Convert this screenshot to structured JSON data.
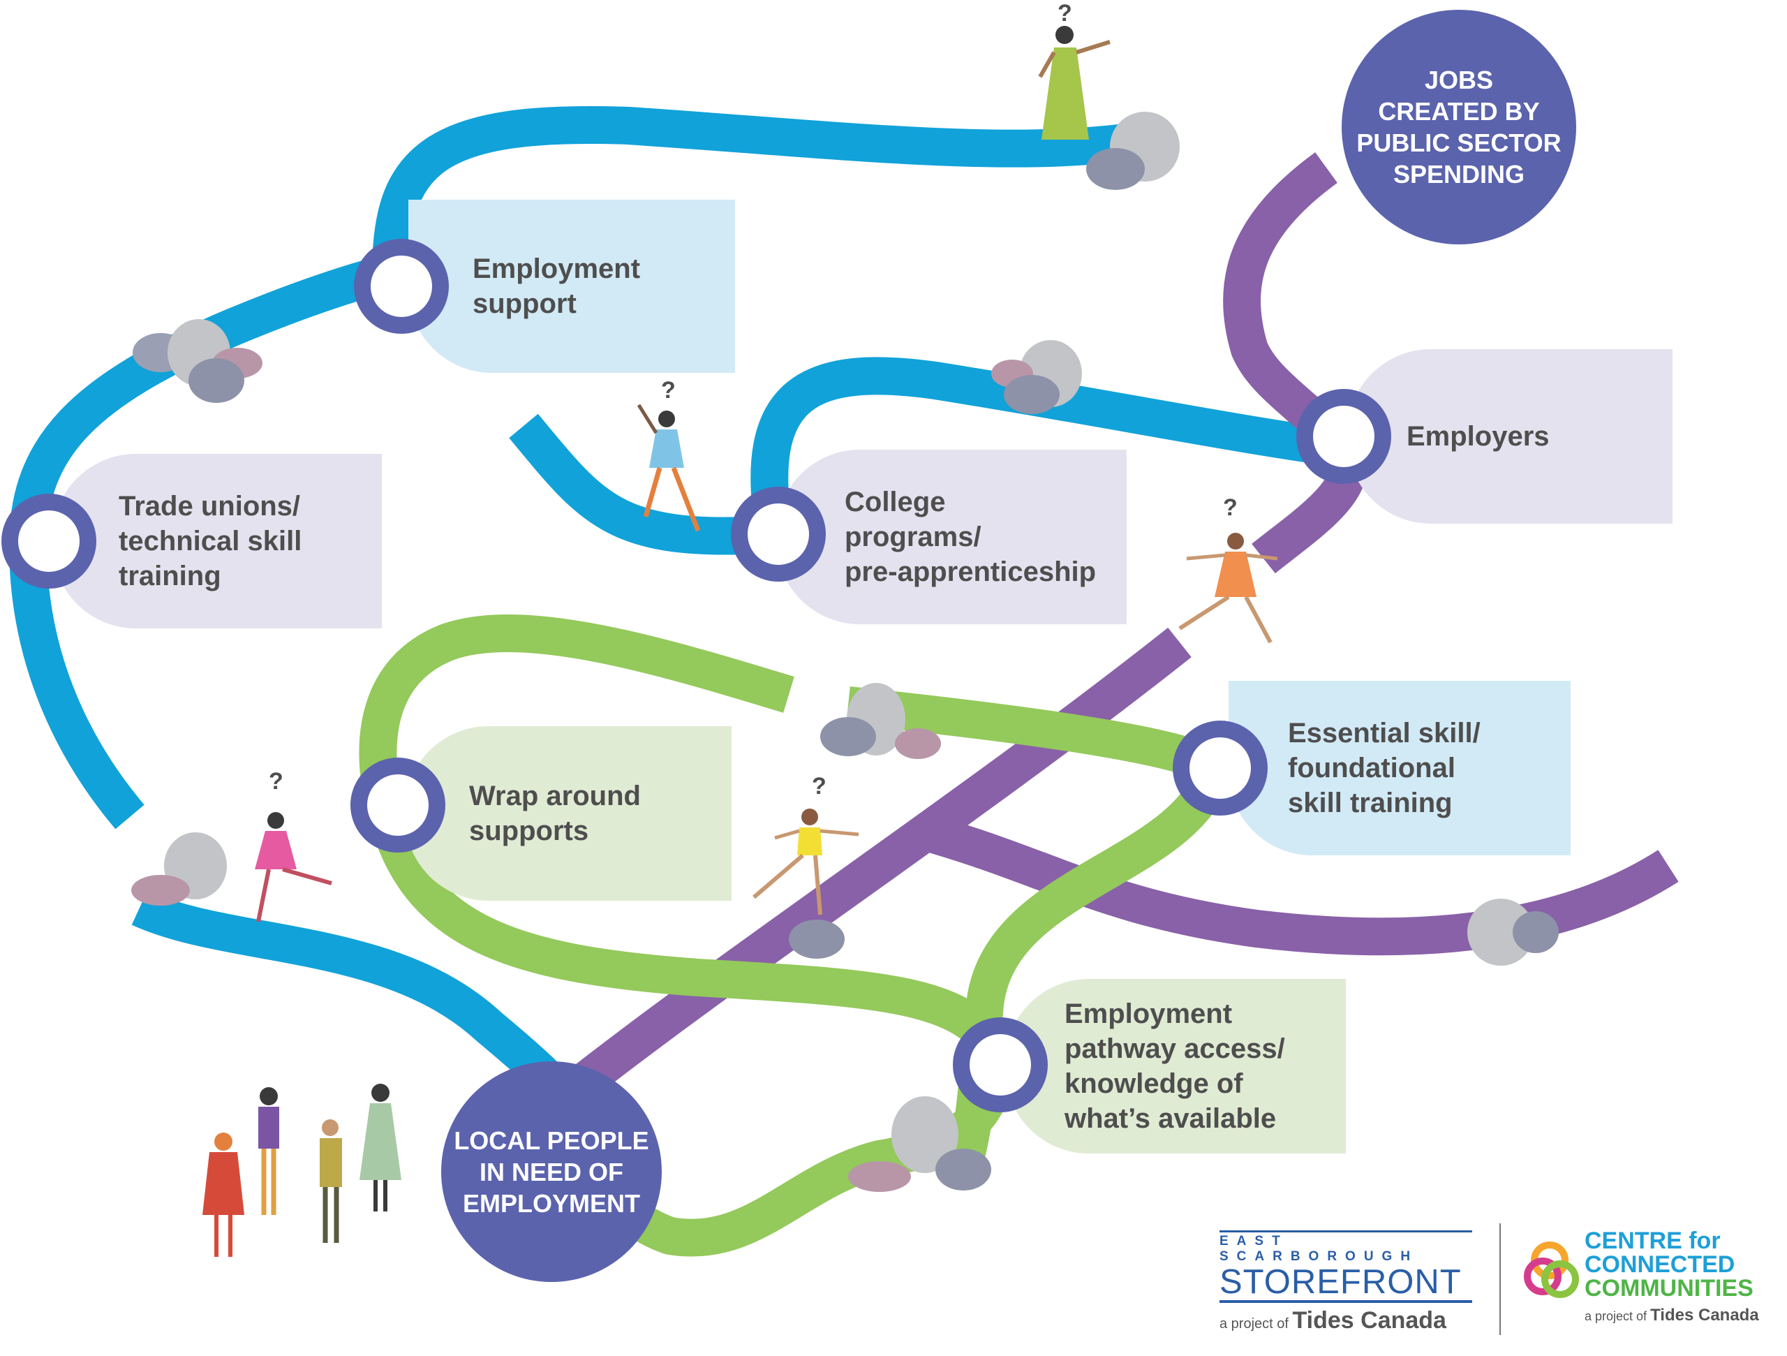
{
  "start_node": {
    "label": "LOCAL PEOPLE\nIN NEED OF\nEMPLOYMENT",
    "color": "#5b63ad"
  },
  "end_node": {
    "label": "JOBS\nCREATED BY\nPUBLIC SECTOR\nSPENDING",
    "color": "#5b63ad"
  },
  "stops": [
    {
      "id": "employment-support",
      "label": "Employment\nsupport",
      "bg": "#d2eaf6"
    },
    {
      "id": "trade-unions",
      "label": "Trade unions/\ntechnical skill\ntraining",
      "bg": "#e4e2ee"
    },
    {
      "id": "college-programs",
      "label": "College\nprograms/\npre-apprenticeship",
      "bg": "#e4e2ee"
    },
    {
      "id": "employers",
      "label": "Employers",
      "bg": "#e4e2ee"
    },
    {
      "id": "wrap-around",
      "label": "Wrap around\nsupports",
      "bg": "#e0ebd3"
    },
    {
      "id": "essential-skill",
      "label": "Essential skill/\nfoundational\nskill training",
      "bg": "#d2eaf6"
    },
    {
      "id": "pathway-access",
      "label": "Employment\npathway access/\nknowledge of\nwhat’s available",
      "bg": "#e0ebd3"
    }
  ],
  "question_mark": "?",
  "colors": {
    "blue_path": "#11a2d9",
    "purple_path": "#8961a8",
    "green_path": "#94c95b",
    "ring": "#5b63ad",
    "rock": "#b7b9bd"
  },
  "logos": {
    "storefront": {
      "top": "EAST SCARBOROUGH",
      "main": "STOREFRONT",
      "tag": "a project of",
      "org": "Tides Canada"
    },
    "ccc": {
      "line1": "CENTRE for",
      "line2": "CONNECTED",
      "line3": "COMMUNITIES",
      "tag": "a project of",
      "org": "Tides Canada"
    }
  }
}
